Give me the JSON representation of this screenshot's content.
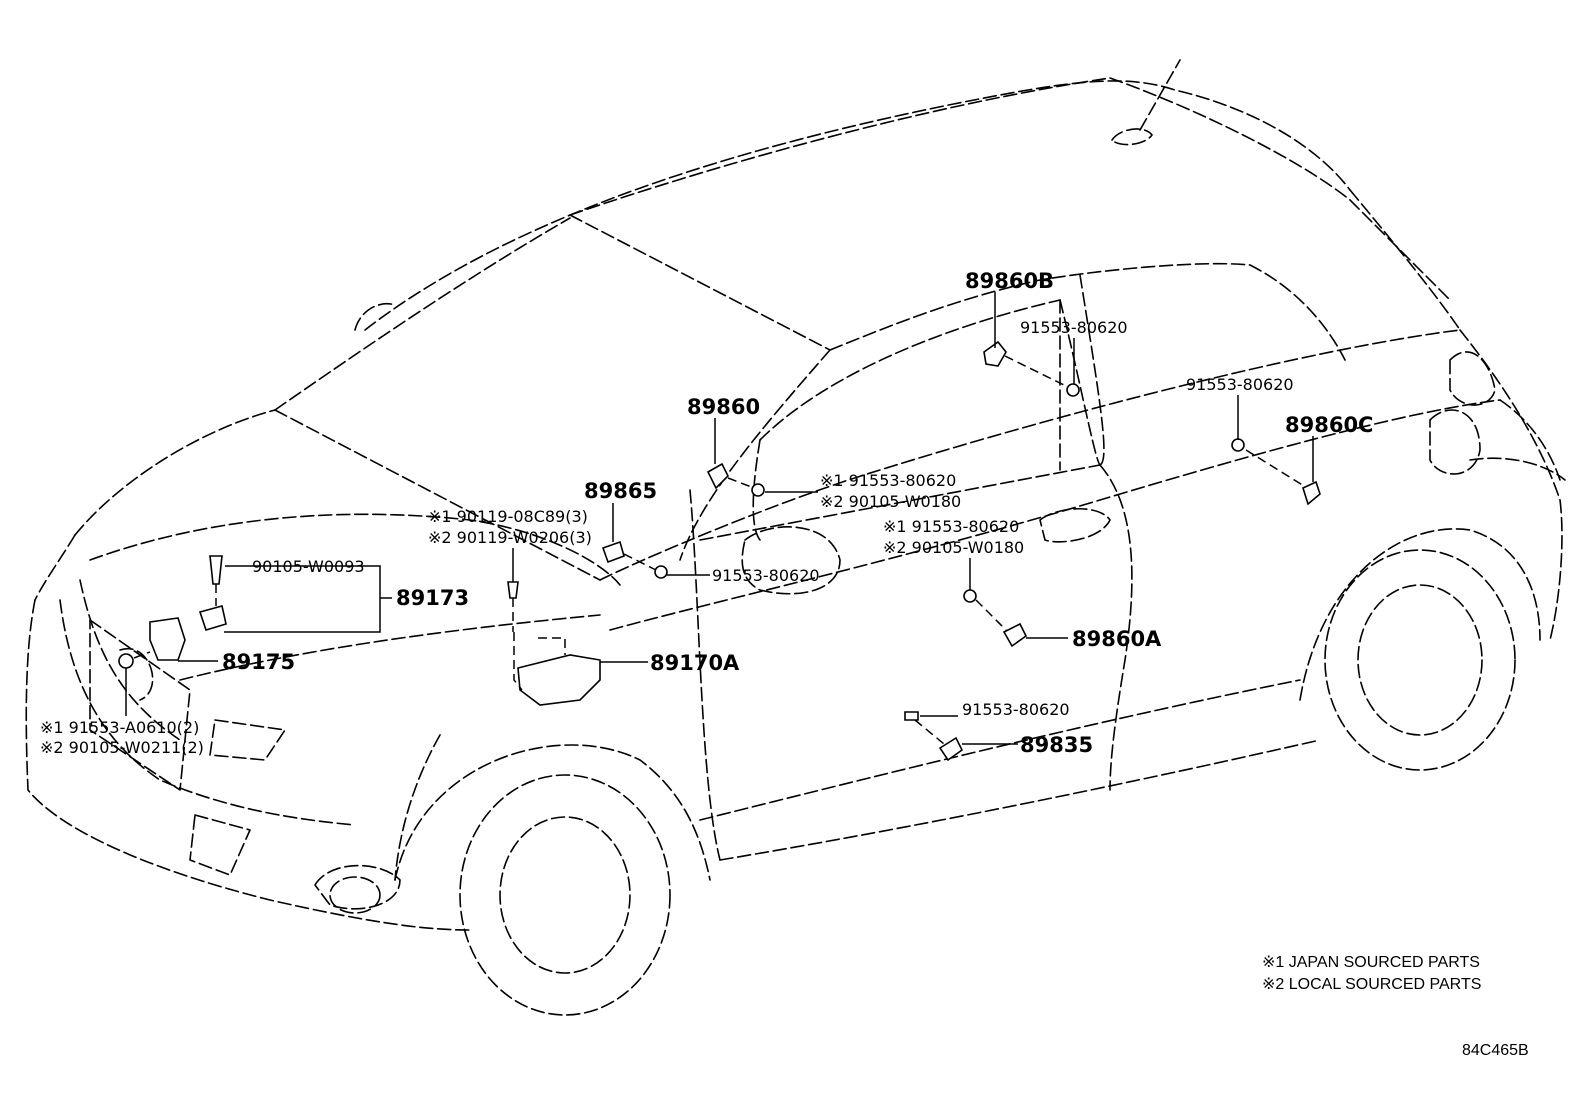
{
  "labels": {
    "p89860B": "89860B",
    "p91553_80620_b": "91553-80620",
    "p91553_80620_c": "91553-80620",
    "p89860C": "89860C",
    "p89860": "89860",
    "p89865": "89865",
    "n1_91553_80620_upper": "※1 91553-80620",
    "n2_90105_W0180_upper": "※2 90105-W0180",
    "n1_91553_80620_mid": "※1 91553-80620",
    "n2_90105_W0180_mid": "※2 90105-W0180",
    "n1_90119_08C89": "※1 90119-08C89(3)",
    "n2_90119_W0206": "※2 90119-W0206(3)",
    "p90105_W0093": "90105-W0093",
    "p89173": "89173",
    "p91553_80620_a": "91553-80620",
    "p89175": "89175",
    "p89170A": "89170A",
    "p89860A": "89860A",
    "n1_91553_A0610": "※1 91553-A0610(2)",
    "n2_90105_W0211": "※2 90105-W0211(2)",
    "p91553_80620_d": "91553-80620",
    "p89835": "89835"
  },
  "notes": {
    "note1": "※1 JAPAN SOURCED PARTS",
    "note2": "※2 LOCAL SOURCED PARTS"
  },
  "ref_code": "84C465B"
}
